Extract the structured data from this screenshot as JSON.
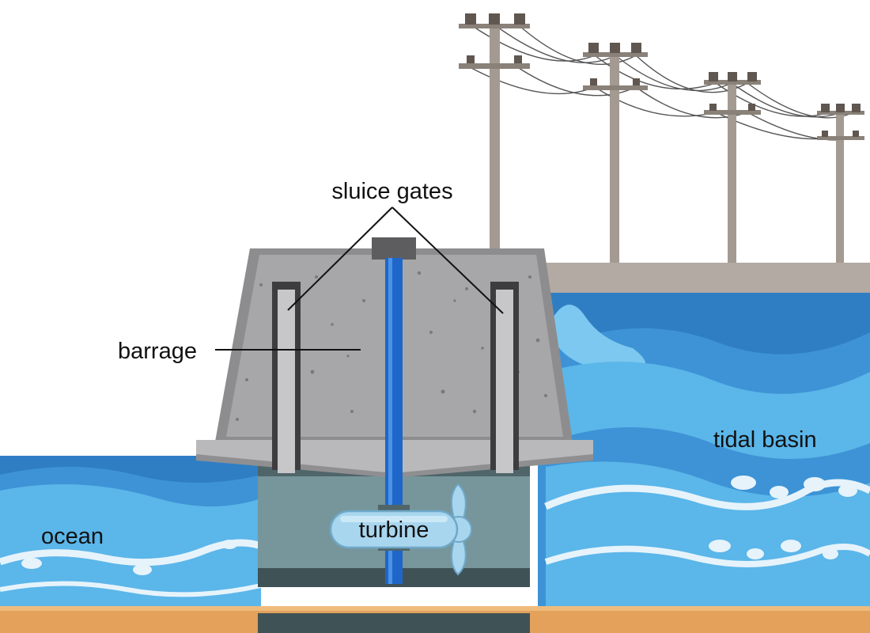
{
  "labels": {
    "sluice_gates": "sluice gates",
    "barrage": "barrage",
    "tidal_basin": "tidal basin",
    "ocean": "ocean",
    "turbine": "turbine"
  },
  "colors": {
    "sky": "#ffffff",
    "ocean_deep": "#2f7ec4",
    "ocean_mid": "#3d93d6",
    "ocean_light": "#5bb6e9",
    "foam": "#e6f3fb",
    "sand": "#e3a15c",
    "concrete_light": "#a7a7a9",
    "concrete_dark": "#8d8d8f",
    "ledge": "#b9b9bb",
    "gate_frame": "#3d3d40",
    "gate_panel": "#c7c7c9",
    "shaft": "#1f66c9",
    "pole": "#a39a91",
    "wall": "#b2aaa3",
    "chamber": "#76969b",
    "chamber_dark": "#3f5256",
    "leader_line": "#111111"
  },
  "icons": [
    "power-pole-icon",
    "turbine-propeller-icon",
    "turbine-shaft-icon"
  ]
}
